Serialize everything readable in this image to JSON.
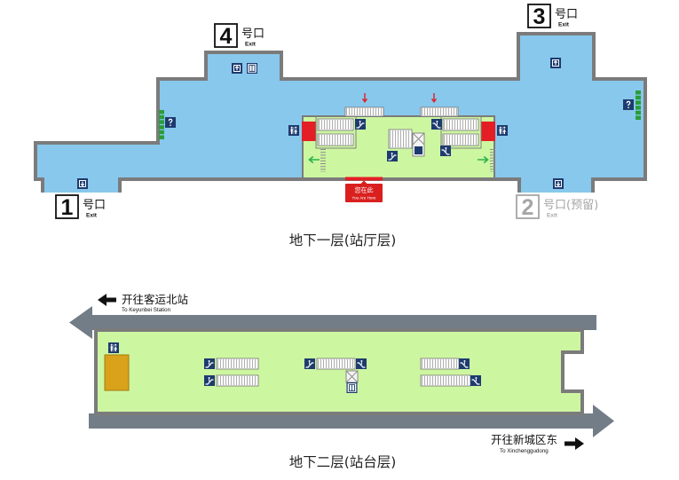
{
  "concourse": {
    "title": "地下一层(站厅层)",
    "exit_1": {
      "number": "1",
      "label": "号口",
      "sub": "Exit"
    },
    "exit_2": {
      "number": "2",
      "label": "号口(预留)",
      "sub": "Exit"
    },
    "exit_3": {
      "number": "3",
      "label": "号口",
      "sub": "Exit"
    },
    "exit_4": {
      "number": "4",
      "label": "号口",
      "sub": "Exit"
    },
    "you_are_here": {
      "cn": "您在此",
      "en": "You Are Here"
    }
  },
  "platform": {
    "title": "地下二层(站台层)",
    "direction_left": {
      "cn": "开往客运北站",
      "en": "To Keyunbei Station"
    },
    "direction_right": {
      "cn": "开往新城区东",
      "en": "To Xinchenggudong"
    }
  },
  "icon_types": [
    "exit-up-icon",
    "exit-down-icon",
    "toilet-icon",
    "escalator-icon",
    "info-icon",
    "accessible-elevator-icon",
    "elevator-icon",
    "arrow-left-icon",
    "arrow-right-icon"
  ],
  "colors": {
    "concourse_floor": "#88c8ec",
    "paid_area": "#cdf6a1",
    "wall": "#7b7b7b",
    "track_arrow": "#737d87",
    "icon": "#1d3b6f",
    "marker_red": "#e31e24",
    "you_are_here": "#d9201f",
    "reserved_exit": "#a6a6a6",
    "gate_green": "#2a9d3a",
    "direction_green": "#2bb34a",
    "elevator_shaft": "#d9a21a"
  }
}
